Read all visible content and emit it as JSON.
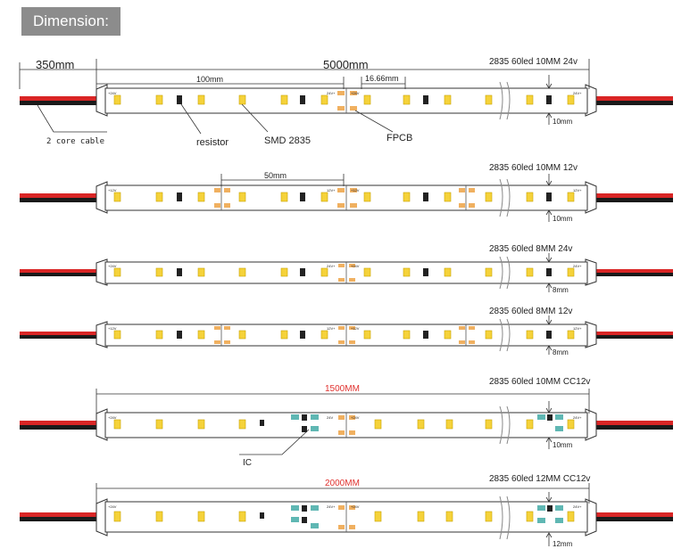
{
  "header": {
    "title": "Dimension:"
  },
  "dimensions": {
    "cable_length": "350mm",
    "strip_length": "5000mm",
    "segment_100": "100mm",
    "pitch": "16.66mm",
    "segment_50": "50mm",
    "cc_length_1": "1500MM",
    "cc_length_2": "2000MM"
  },
  "callouts": {
    "cable": "2 core cable",
    "resistor": "resistor",
    "led": "SMD 2835",
    "pcb": "FPCB",
    "ic": "IC"
  },
  "strips": [
    {
      "spec": "2835  60led 10MM  24v",
      "width": "10mm",
      "pad_label_l": "+24V",
      "pad_label_r": "24V+",
      "mid_l": "24V+",
      "mid_r": "+24V"
    },
    {
      "spec": "2835  60led 10MM  12v",
      "width": "10mm",
      "pad_label_l": "+12V",
      "pad_label_r": "12V+",
      "mid_l": "12V+",
      "mid_r": "+12V"
    },
    {
      "spec": "2835  60led 8MM  24v",
      "width": "8mm",
      "pad_label_l": "+24V",
      "pad_label_r": "24V+",
      "mid_l": "24V+",
      "mid_r": "+24V"
    },
    {
      "spec": "2835  60led 8MM  12v",
      "width": "8mm",
      "pad_label_l": "+12V",
      "pad_label_r": "12V+",
      "mid_l": "12V+",
      "mid_r": "+12V"
    },
    {
      "spec": "2835  60led 10MM  CC12v",
      "width": "10mm",
      "pad_label_l": "+24V",
      "pad_label_r": "24V+",
      "mid_l": "24V",
      "mid_r": "+24V"
    },
    {
      "spec": "2835  60led 12MM  CC12v",
      "width": "12mm",
      "pad_label_l": "+24V",
      "pad_label_r": "24V+",
      "mid_l": "24V+",
      "mid_r": "+24V"
    }
  ],
  "colors": {
    "cable_red": "#d92525",
    "cable_black": "#1a1a1a",
    "led": "#f5d23a",
    "pad": "#f0b060",
    "ic": "#5fb7b3",
    "cc_dimension": "#e0322f",
    "header_bg": "#8c8c8c"
  }
}
